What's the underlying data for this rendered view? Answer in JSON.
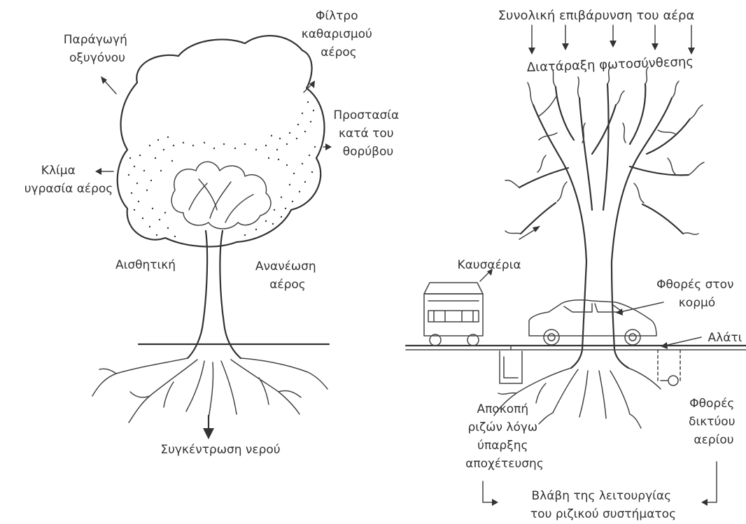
{
  "left_tree": {
    "oxygen": [
      "Παράγωγή",
      "οξυγόνου"
    ],
    "air_filter": [
      "Φίλτρο",
      "καθαρισμού",
      "αέρος"
    ],
    "noise": [
      "Προστασία",
      "κατά του",
      "θορύβου"
    ],
    "climate": [
      "Κλίμα",
      "υγρασία αέρος"
    ],
    "aesthetics": "Αισθητική",
    "air_renewal": [
      "Ανανέωση",
      "αέρος"
    ],
    "water": "Συγκέντρωση νερού"
  },
  "right_tree": {
    "air_burden": "Συνολική επιβάρυνση του αέρα",
    "photosynthesis": "Διατάραξη φωτοσύνθεσης",
    "exhaust": "Καυσαέρια",
    "trunk_damage": [
      "Φθορές στον",
      "κορμό"
    ],
    "salt": "Αλάτι",
    "root_cut": [
      "Αποκοπή",
      "ριζών λόγω",
      "ύπαρξης",
      "αποχέτευσης"
    ],
    "gas_damage": [
      "Φθορές",
      "δικτύου",
      "αερίου"
    ],
    "root_failure": [
      "Βλάβη της λειτουργίας",
      "του ριζικού συστήματος"
    ]
  },
  "colors": {
    "ink": "#333333",
    "background": "#ffffff"
  }
}
